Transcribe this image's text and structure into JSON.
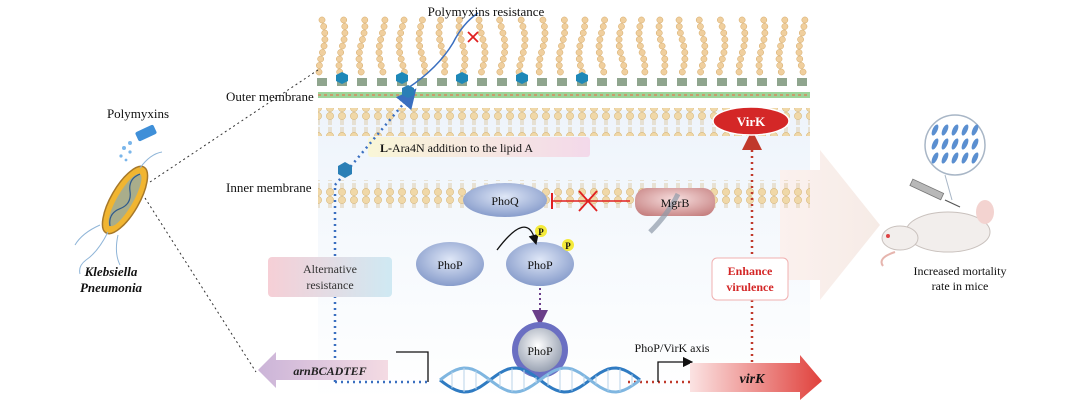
{
  "labels": {
    "polymyxins_resistance": "Polymyxins resistance",
    "polymyxins": "Polymyxins",
    "outer_membrane": "Outer membrane",
    "inner_membrane": "Inner membrane",
    "species_line1": "Klebsiella",
    "species_line2": "Pneumonia",
    "lara4n_bold": "L-",
    "lara4n_rest": "Ara4N addition to the lipid A",
    "phoq": "PhoQ",
    "mgrb": "MgrB",
    "phop_left": "PhoP",
    "phop_right": "PhoP",
    "phop_center": "PhoP",
    "phospho_1": "P",
    "phospho_2": "P",
    "alternative_line1": "Alternative",
    "alternative_line2": "resistance",
    "enhance_line1": "Enhance",
    "enhance_line2": "virulence",
    "virk_protein": "VirK",
    "phop_virk_axis": "PhoP/VirK axis",
    "arn_gene": "arnBCADTEF",
    "virk_gene": "virK",
    "mortality_line1": "Increased mortality",
    "mortality_line2": "rate in mice"
  },
  "icons": [
    "bacterium-icon",
    "polymyxin-vial-icon",
    "mouse-icon",
    "syringe-icon",
    "dna-helix-icon",
    "lipid-bilayer-icon",
    "inhibition-cross-icon"
  ],
  "colors": {
    "blue_dotted": "#3a6fc0",
    "red_dotted": "#c0392b",
    "lipid_head": "#f2ddb5",
    "phop_blue": "#7d95c9",
    "mgrb_pink": "#c98a8a",
    "phospho_yellow": "#f4ea3b"
  }
}
